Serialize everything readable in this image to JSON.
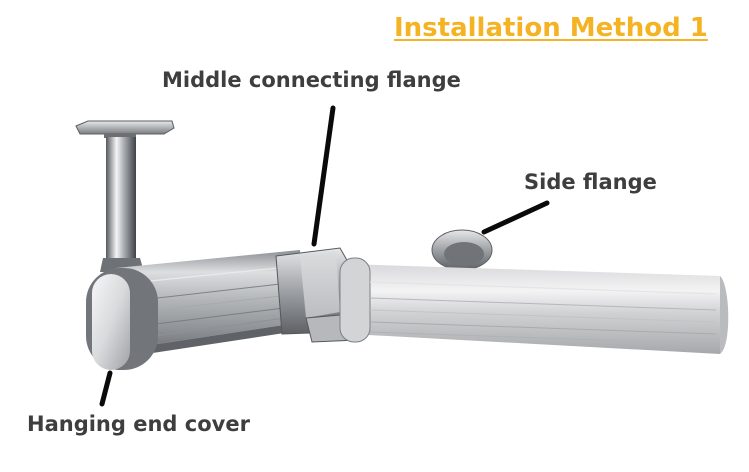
{
  "title": "Installation Method 1",
  "colors": {
    "title": "#f5b324",
    "label_text": "#3e3e3e",
    "leader_line": "#0a0a0a",
    "rail_chrome": "#c2c4c6",
    "rail_silver": "#cfd0d2"
  },
  "labels": {
    "middle_flange": "Middle connecting flange",
    "side_flange": "Side flange",
    "end_cover": "Hanging end cover"
  }
}
